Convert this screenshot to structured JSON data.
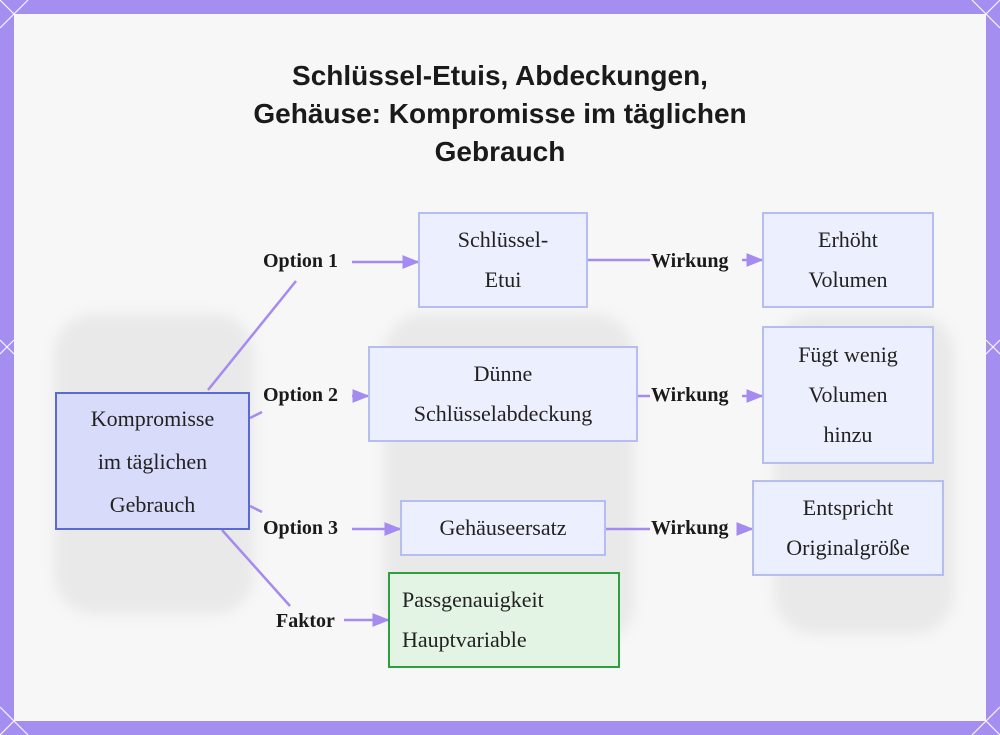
{
  "title_lines": [
    "Schlüssel-Etuis, Abdeckungen,",
    "Gehäuse: Kompromisse im täglichen",
    "Gebrauch"
  ],
  "colors": {
    "frame": "#a48ef0",
    "edge": "#a58bef",
    "node_fill": "#eceffd",
    "node_border": "#b6bdf0",
    "root_fill": "#d8dcfa",
    "root_border": "#5a6bd0",
    "factor_fill": "#e4f4e4",
    "factor_border": "#2e9e3e"
  },
  "nodes": {
    "root": [
      "Kompromisse",
      "im täglichen",
      "Gebrauch"
    ],
    "etui": [
      "Schlüssel-",
      "Etui"
    ],
    "cover": [
      "Dünne",
      "Schlüsselabdeckung"
    ],
    "shell": [
      "Gehäuseersatz"
    ],
    "fit": [
      "Passgenauigkeit",
      "Hauptvariable"
    ],
    "volume": [
      "Erhöht",
      "Volumen"
    ],
    "little": [
      "Fügt wenig",
      "Volumen",
      "hinzu"
    ],
    "original": [
      "Entspricht",
      "Originalgröße"
    ]
  },
  "edges": {
    "option1": "Option 1",
    "option2": "Option 2",
    "option3": "Option 3",
    "factor": "Faktor",
    "effect1": "Wirkung",
    "effect2": "Wirkung",
    "effect3": "Wirkung"
  }
}
